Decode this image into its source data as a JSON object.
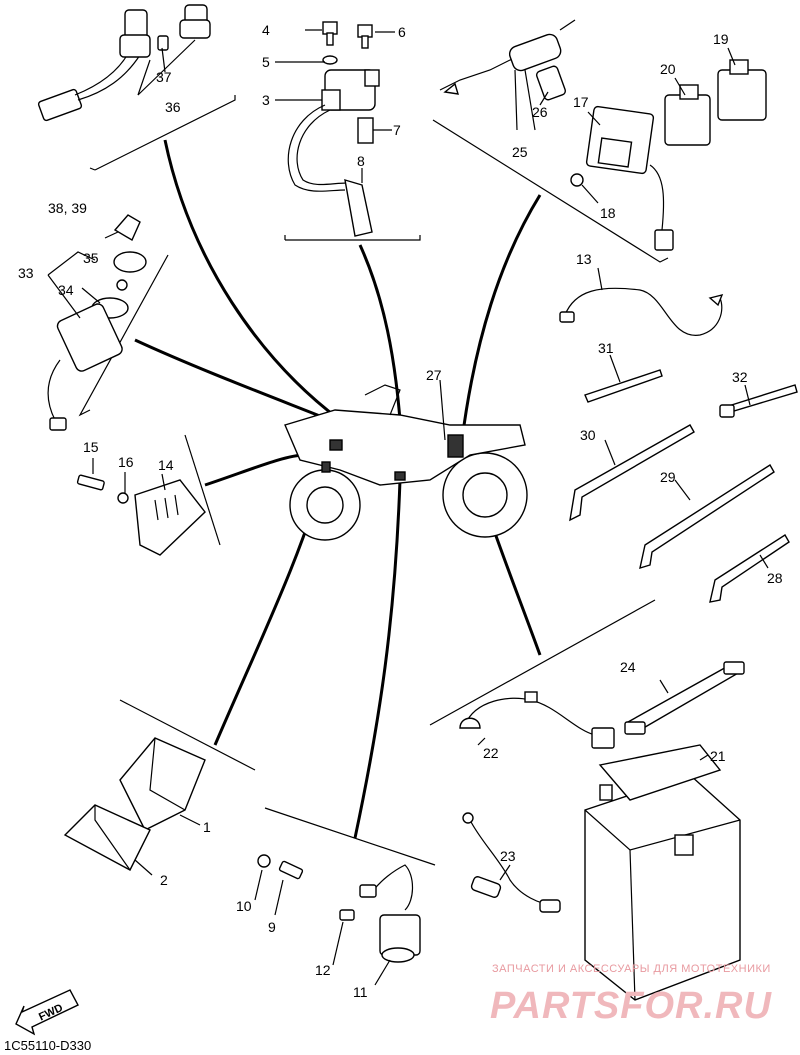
{
  "diagram_code": "1C55110-D330",
  "fwd_label": "FWD",
  "watermark": {
    "tagline": "ЗАПЧАСТИ И АКСЕССУАРЫ ДЛЯ МОТОТЕХНИКИ",
    "brand": "PARTSFOR.RU"
  },
  "callouts": [
    "1",
    "2",
    "3",
    "4",
    "5",
    "6",
    "7",
    "8",
    "9",
    "10",
    "11",
    "12",
    "13",
    "14",
    "15",
    "16",
    "17",
    "18",
    "19",
    "20",
    "21",
    "22",
    "23",
    "24",
    "25",
    "26",
    "27",
    "28",
    "29",
    "30",
    "31",
    "32",
    "33",
    "34",
    "35",
    "36",
    "37",
    "38, 39"
  ]
}
